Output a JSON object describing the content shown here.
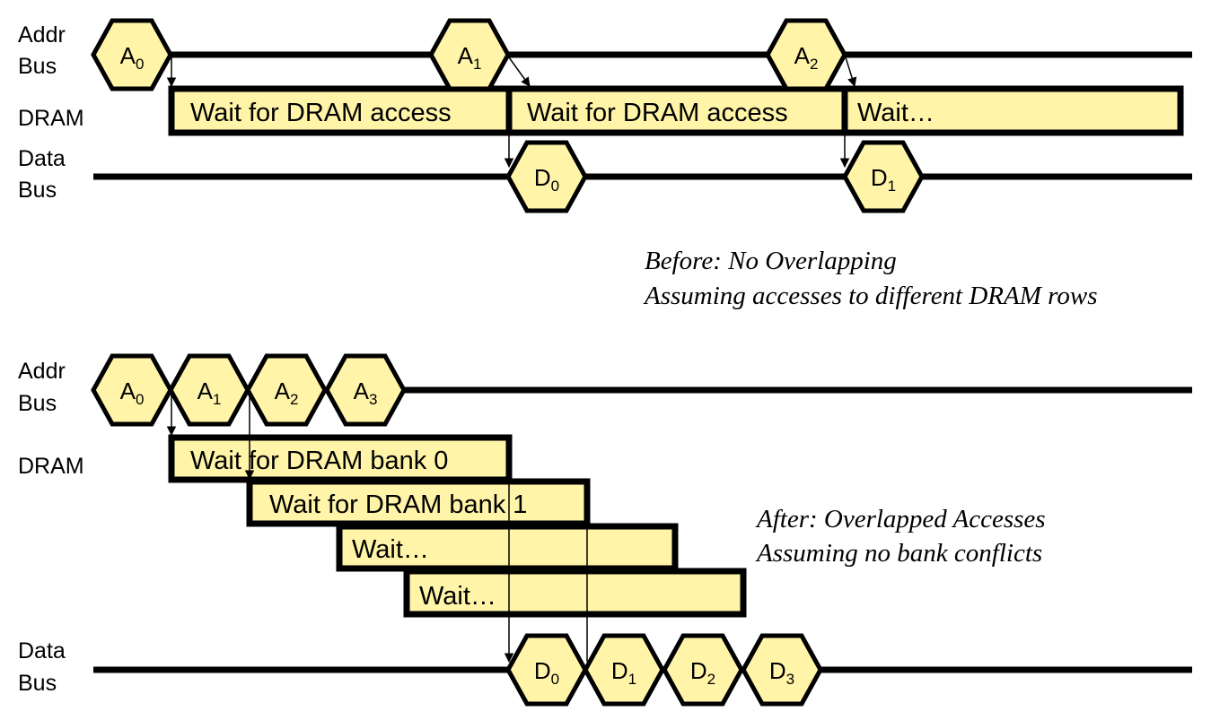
{
  "before": {
    "labels": {
      "addr": [
        "Addr",
        "Bus"
      ],
      "dram": "DRAM",
      "data": [
        "Data",
        "Bus"
      ]
    },
    "addr_tokens": [
      {
        "base": "A",
        "sub": "0"
      },
      {
        "base": "A",
        "sub": "1"
      },
      {
        "base": "A",
        "sub": "2"
      }
    ],
    "dram_boxes": [
      "Wait for DRAM access",
      "Wait for DRAM access",
      "Wait…"
    ],
    "data_tokens": [
      {
        "base": "D",
        "sub": "0"
      },
      {
        "base": "D",
        "sub": "1"
      }
    ],
    "caption": [
      "Before: No Overlapping",
      "Assuming accesses to different DRAM rows"
    ]
  },
  "after": {
    "labels": {
      "addr": [
        "Addr",
        "Bus"
      ],
      "dram": "DRAM",
      "data": [
        "Data",
        "Bus"
      ]
    },
    "addr_tokens": [
      {
        "base": "A",
        "sub": "0"
      },
      {
        "base": "A",
        "sub": "1"
      },
      {
        "base": "A",
        "sub": "2"
      },
      {
        "base": "A",
        "sub": "3"
      }
    ],
    "dram_boxes": [
      "Wait for DRAM bank 0",
      "Wait for DRAM bank 1",
      "Wait…",
      "Wait…"
    ],
    "data_tokens": [
      {
        "base": "D",
        "sub": "0"
      },
      {
        "base": "D",
        "sub": "1"
      },
      {
        "base": "D",
        "sub": "2"
      },
      {
        "base": "D",
        "sub": "3"
      }
    ],
    "caption": [
      "After: Overlapped Accesses",
      "Assuming no bank conflicts"
    ]
  },
  "colors": {
    "token_fill": "#fff4a8",
    "line": "#000000"
  }
}
